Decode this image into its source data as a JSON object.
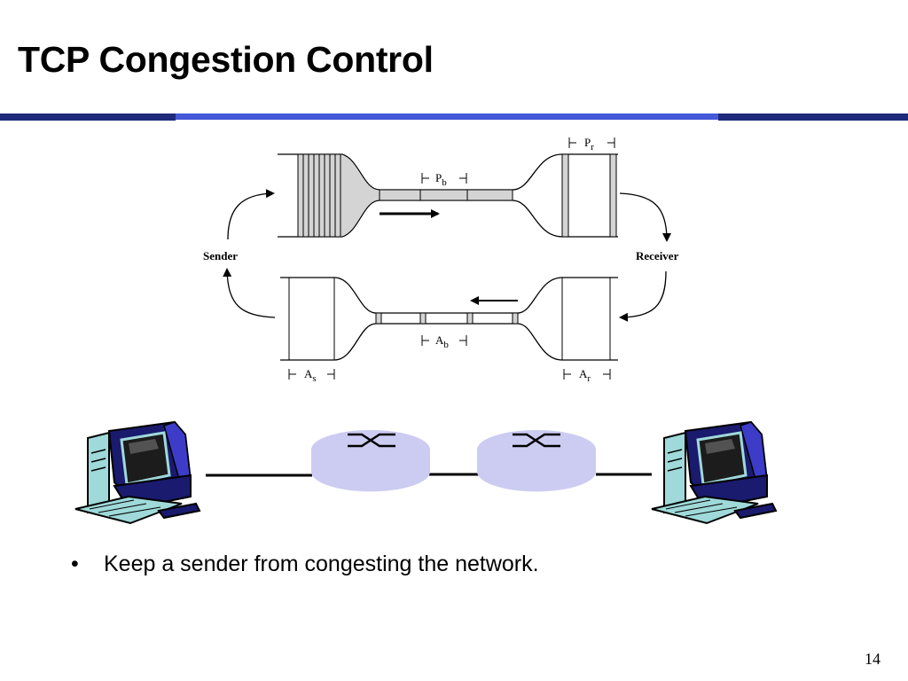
{
  "slide": {
    "title": "TCP Congestion Control",
    "bullets": [
      "Keep a sender from congesting the network."
    ],
    "page_number": "14"
  },
  "diagram": {
    "sender_label": "Sender",
    "receiver_label": "Receiver",
    "labels": {
      "pb": {
        "base": "P",
        "sub": "b"
      },
      "pr": {
        "base": "P",
        "sub": "r"
      },
      "ab": {
        "base": "A",
        "sub": "b"
      },
      "as": {
        "base": "A",
        "sub": "s"
      },
      "ar": {
        "base": "A",
        "sub": "r"
      }
    }
  },
  "network": {
    "nodes": [
      "host-left",
      "router-1",
      "router-2",
      "host-right"
    ]
  },
  "colors": {
    "title_bar_dark": "#1f2a7a",
    "title_bar_light": "#4458d8",
    "router_fill": "#ccccf2"
  }
}
